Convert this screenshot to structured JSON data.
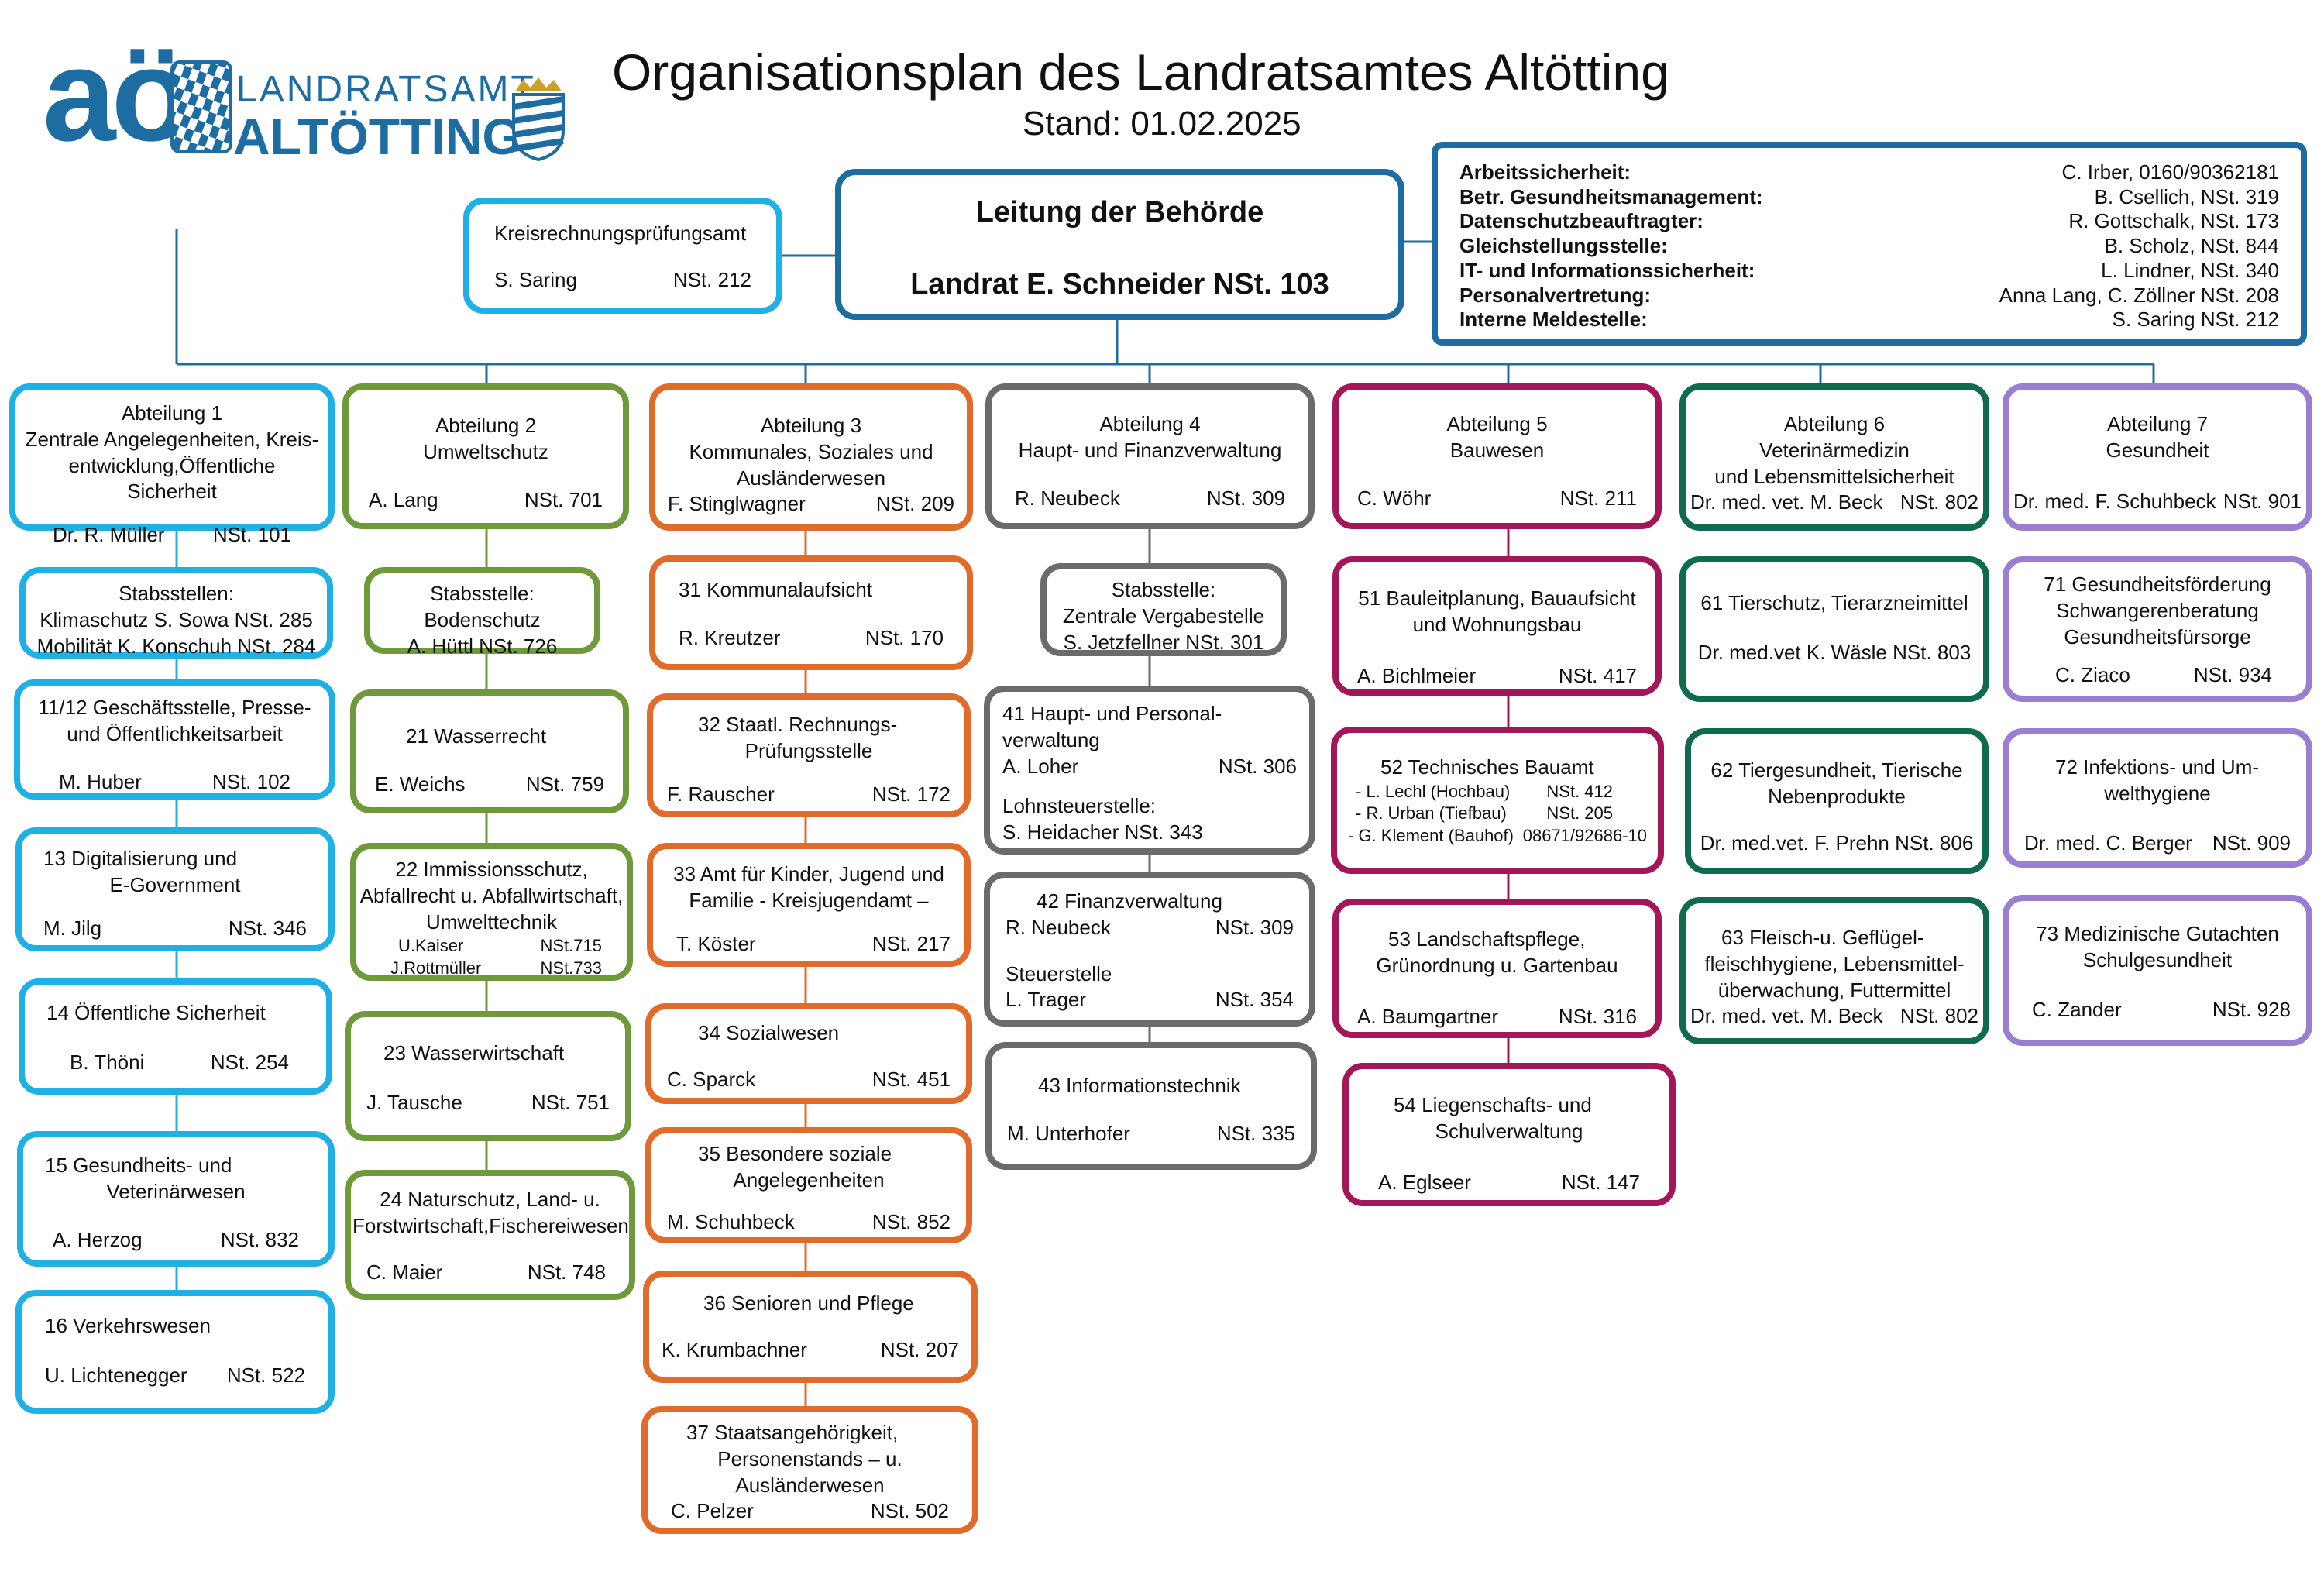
{
  "header": {
    "logo_letters": "aö",
    "logo_line1": "LANDRATSAMT",
    "logo_line2": "ALTÖTTING",
    "title": "Organisationsplan des Landratsamtes Altötting",
    "subtitle": "Stand: 01.02.2025"
  },
  "leitung": {
    "line1": "Leitung der Behörde",
    "line2": "Landrat E. Schneider NSt. 103"
  },
  "kreisrechnung": {
    "title": "Kreisrechnungsprüfungsamt",
    "name": "S. Saring",
    "nst": "NSt. 212"
  },
  "info_box": [
    {
      "label": "Arbeitssicherheit:",
      "value": "C. Irber, 0160/90362181"
    },
    {
      "label": "Betr. Gesundheitsmanagement:",
      "value": "B. Csellich, NSt. 319"
    },
    {
      "label": "Datenschutzbeauftragter:",
      "value": "R. Gottschalk, NSt. 173"
    },
    {
      "label": "Gleichstellungsstelle:",
      "value": "B. Scholz, NSt. 844"
    },
    {
      "label": "IT- und Informationssicherheit:",
      "value": "L. Lindner, NSt. 340"
    },
    {
      "label": "Personalvertretung:",
      "value": "Anna Lang, C. Zöllner NSt. 208"
    },
    {
      "label": "Interne Meldestelle:",
      "value": "S. Saring NSt. 212"
    }
  ],
  "abt1": {
    "head": {
      "l1": "Abteilung 1",
      "l2": "Zentrale Angelegenheiten, Kreis-",
      "l3": "entwicklung,Öffentliche Sicherheit",
      "name": "Dr. R. Müller",
      "nst": "NSt. 101"
    },
    "stab": {
      "l1": "Stabsstellen:",
      "l2": "Klimaschutz S. Sowa NSt. 285",
      "l3": "Mobilität K. Konschuh NSt. 284"
    },
    "u1112": {
      "l1": "11/12  Geschäftsstelle, Presse-",
      "l2": "und  Öffentlichkeitsarbeit",
      "name": "M. Huber",
      "nst": "NSt. 102"
    },
    "u13": {
      "l1": "13      Digitalisierung und",
      "l2": "E-Government",
      "name": "M. Jilg",
      "nst": "NSt. 346"
    },
    "u14": {
      "l1": "14      Öffentliche Sicherheit",
      "name": "B. Thöni",
      "nst": "NSt. 254"
    },
    "u15": {
      "l1": "15      Gesundheits- und",
      "l2": "Veterinärwesen",
      "name": "A. Herzog",
      "nst": "NSt. 832"
    },
    "u16": {
      "l1": "16      Verkehrswesen",
      "name": "U. Lichtenegger",
      "nst": "NSt. 522"
    }
  },
  "abt2": {
    "head": {
      "l1": "Abteilung 2",
      "l2": "Umweltschutz",
      "name": "A. Lang",
      "nst": "NSt. 701"
    },
    "stab": {
      "l1": "Stabsstelle:",
      "l2": "Bodenschutz",
      "l3": "A. Hüttl NSt. 726"
    },
    "u21": {
      "l1": "21        Wasserrecht",
      "name": "E. Weichs",
      "nst": "NSt. 759"
    },
    "u22": {
      "l1": "22      Immissionsschutz,",
      "l2": "Abfallrecht u. Abfallwirtschaft,",
      "l3": "Umwelttechnik",
      "p1": "U.Kaiser",
      "p1n": "NSt.715",
      "p2": "J.Rottmüller",
      "p2n": "NSt.733"
    },
    "u23": {
      "l1": "23      Wasserwirtschaft",
      "name": "J. Tausche",
      "nst": "NSt. 751"
    },
    "u24": {
      "l1": "24 Naturschutz, Land- u.",
      "l2": "Forstwirtschaft,Fischereiwesen",
      "name": "C. Maier",
      "nst": "NSt. 748"
    }
  },
  "abt3": {
    "head": {
      "l1": "Abteilung 3",
      "l2": "Kommunales, Soziales und",
      "l3": "Ausländerwesen",
      "name": "F. Stinglwagner",
      "nst": "NSt. 209"
    },
    "u31": {
      "l1": "31        Kommunalaufsicht",
      "name": "R. Kreutzer",
      "nst": "NSt. 170"
    },
    "u32": {
      "l1": "32       Staatl. Rechnungs-",
      "l2": "Prüfungsstelle",
      "name": "F. Rauscher",
      "nst": "NSt. 172"
    },
    "u33": {
      "l1": "33 Amt für Kinder, Jugend und",
      "l2": "Familie - Kreisjugendamt –",
      "name": "T. Köster",
      "nst": "NSt. 217"
    },
    "u34": {
      "l1": "34        Sozialwesen",
      "name": "C. Sparck",
      "nst": "NSt. 451"
    },
    "u35": {
      "l1": "35      Besondere soziale",
      "l2": "Angelegenheiten",
      "name": "M. Schuhbeck",
      "nst": "NSt. 852"
    },
    "u36": {
      "l1": "36      Senioren und Pflege",
      "name": "K. Krumbachner",
      "nst": "NSt. 207"
    },
    "u37": {
      "l1": "37      Staatsangehörigkeit,",
      "l2": "Personenstands – u.",
      "l3": "Ausländerwesen",
      "name": "C. Pelzer",
      "nst": "NSt. 502"
    }
  },
  "abt4": {
    "head": {
      "l1": "Abteilung 4",
      "l2": "Haupt- und Finanzverwaltung",
      "name": "R. Neubeck",
      "nst": "NSt. 309"
    },
    "stab": {
      "l1": "Stabsstelle:",
      "l2": "Zentrale Vergabestelle",
      "l3": "S. Jetzfellner   NSt. 301"
    },
    "u41": {
      "l1": "41      Haupt- und Personal-",
      "l2": "verwaltung",
      "name": "A. Loher",
      "nst": "NSt. 306",
      "l4": "Lohnsteuerstelle:",
      "l5": "S. Heidacher NSt. 343"
    },
    "u42": {
      "l1": "42        Finanzverwaltung",
      "name": "R. Neubeck",
      "nst": "NSt. 309",
      "l3": "Steuerstelle",
      "name2": "L. Trager",
      "nst2": "NSt. 354"
    },
    "u43": {
      "l1": "43        Informationstechnik",
      "name": "M. Unterhofer",
      "nst": "NSt. 335"
    }
  },
  "abt5": {
    "head": {
      "l1": "Abteilung 5",
      "l2": "Bauwesen",
      "name": "C. Wöhr",
      "nst": "NSt. 211"
    },
    "u51": {
      "l1": "51 Bauleitplanung, Bauaufsicht",
      "l2": "und Wohnungsbau",
      "name": "A. Bichlmeier",
      "nst": "NSt. 417"
    },
    "u52": {
      "l1": "52      Technisches Bauamt",
      "p1": "- L. Lechl (Hochbau)",
      "p1n": "NSt. 412",
      "p2": "- R. Urban (Tiefbau)",
      "p2n": "NSt. 205",
      "p3": "- G. Klement (Bauhof)",
      "p3n": "08671/92686-10"
    },
    "u53": {
      "l1": "53      Landschaftspflege,",
      "l2": "Grünordnung u. Gartenbau",
      "name": "A. Baumgartner",
      "nst": "NSt. 316"
    },
    "u54": {
      "l1": "54      Liegenschafts- und",
      "l2": "Schulverwaltung",
      "name": "A. Eglseer",
      "nst": "NSt. 147"
    }
  },
  "abt6": {
    "head": {
      "l1": "Abteilung 6",
      "l2": "Veterinärmedizin",
      "l3": "und Lebensmittelsicherheit",
      "name": "Dr. med. vet. M. Beck",
      "nst": "NSt. 802"
    },
    "u61": {
      "l1": "61 Tierschutz, Tierarzneimittel",
      "l2": "Dr. med.vet K. Wäsle NSt. 803"
    },
    "u62": {
      "l1": "62 Tiergesundheit, Tierische",
      "l2": "Nebenprodukte",
      "l3": "Dr. med.vet. F. Prehn NSt. 806"
    },
    "u63": {
      "l1": "63      Fleisch-u. Geflügel-",
      "l2": "fleischhygiene, Lebensmittel-",
      "l3": "überwachung, Futtermittel",
      "name": "Dr. med. vet. M. Beck",
      "nst": "NSt. 802"
    }
  },
  "abt7": {
    "head": {
      "l1": "Abteilung 7",
      "l2": "Gesundheit",
      "name": "Dr. med. F. Schuhbeck",
      "nst": "NSt. 901"
    },
    "u71": {
      "l1": "71  Gesundheitsförderung",
      "l2": "Schwangerenberatung",
      "l3": "Gesundheitsfürsorge",
      "name": "C. Ziaco",
      "nst": "NSt. 934"
    },
    "u72": {
      "l1": "72      Infektions- und Um-",
      "l2": "welthygiene",
      "name": "Dr. med. C. Berger",
      "nst": "NSt. 909"
    },
    "u73": {
      "l1": "73 Medizinische Gutachten",
      "l2": "Schulgesundheit",
      "name": "C.  Zander",
      "nst": "NSt. 928"
    }
  }
}
